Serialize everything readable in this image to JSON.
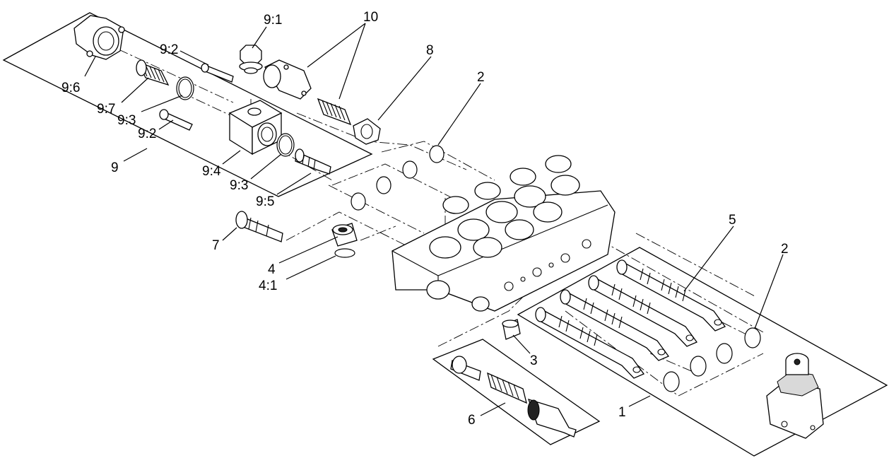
{
  "labels": {
    "l9_1": "9:1",
    "l10": "10",
    "l9_2a": "9:2",
    "l8": "8",
    "l2a": "2",
    "l9_6": "9:6",
    "l9_7": "9:7",
    "l9_3a": "9:3",
    "l9_2b": "9:2",
    "l9": "9",
    "l9_4": "9:4",
    "l9_3b": "9:3",
    "l9_5": "9:5",
    "l7": "7",
    "l4": "4",
    "l4_1": "4:1",
    "l5": "5",
    "l2b": "2",
    "l3": "3",
    "l6": "6",
    "l1": "1"
  }
}
